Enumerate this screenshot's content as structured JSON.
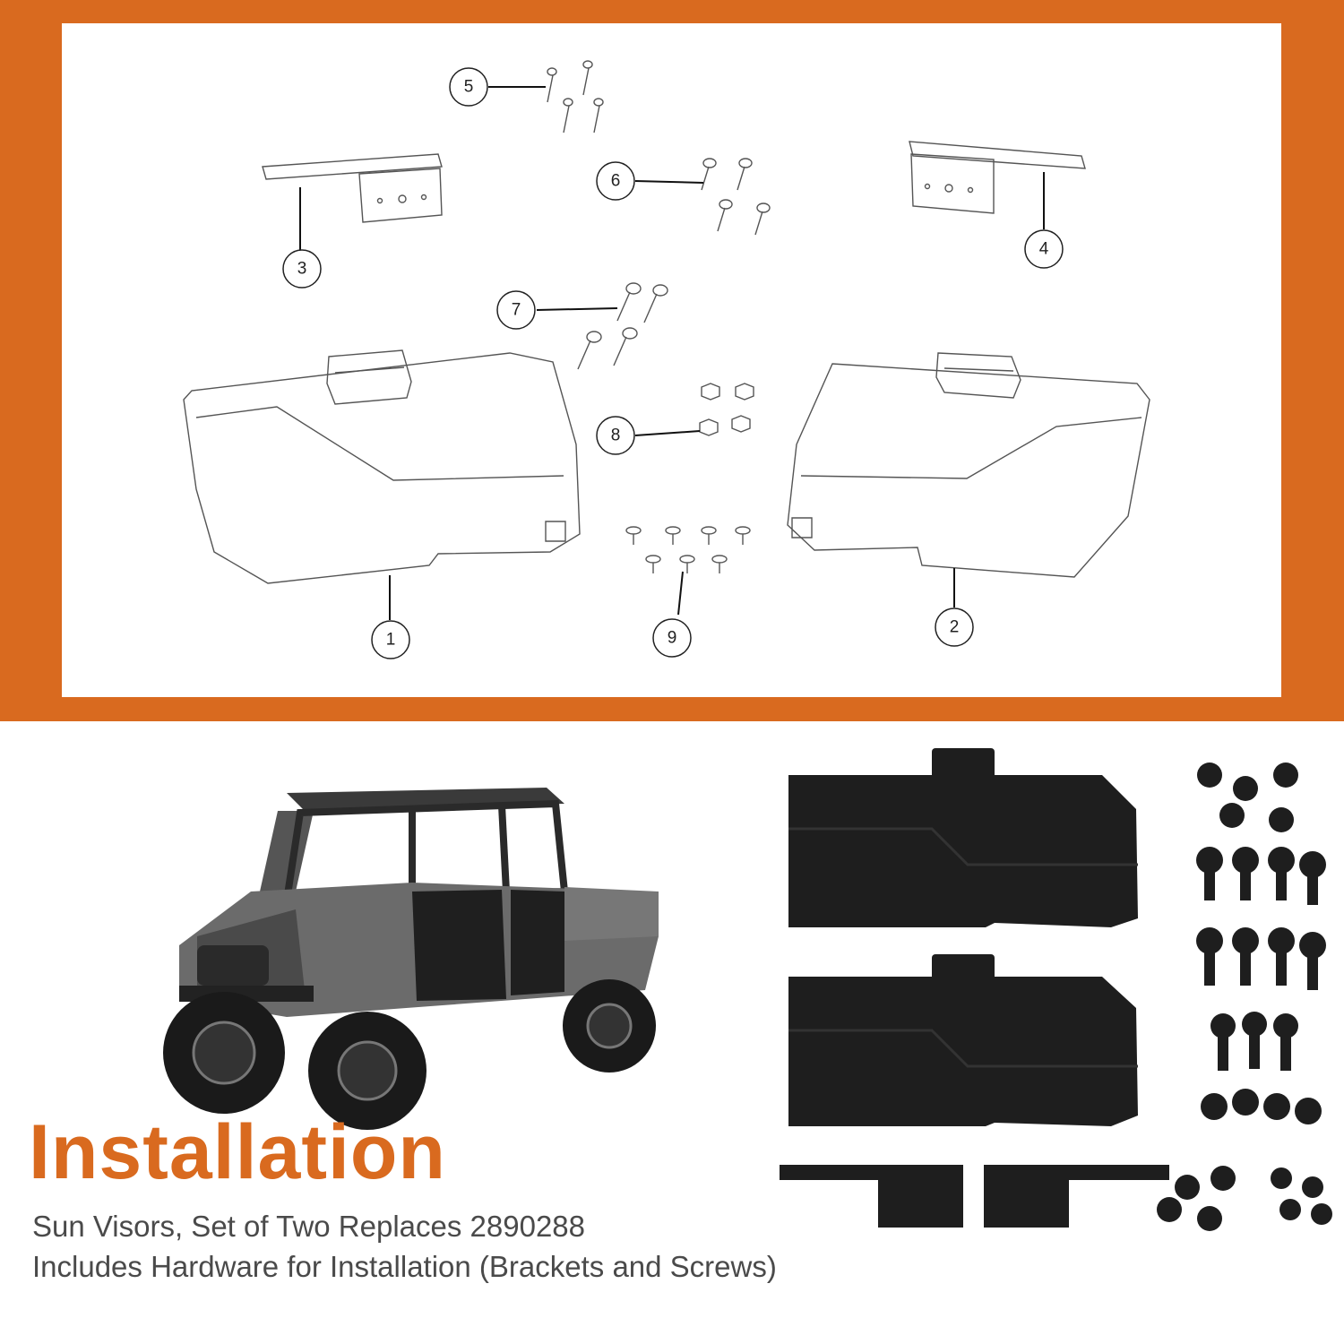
{
  "colors": {
    "accent": "#d96a1f",
    "text_gray": "#4a4a4a",
    "line": "#222222",
    "black_part": "#1e1e1e"
  },
  "diagram": {
    "callouts": [
      {
        "id": "1",
        "label": "1"
      },
      {
        "id": "2",
        "label": "2"
      },
      {
        "id": "3",
        "label": "3"
      },
      {
        "id": "4",
        "label": "4"
      },
      {
        "id": "5",
        "label": "5"
      },
      {
        "id": "6",
        "label": "6"
      },
      {
        "id": "7",
        "label": "7"
      },
      {
        "id": "8",
        "label": "8"
      },
      {
        "id": "9",
        "label": "9"
      }
    ]
  },
  "bottom": {
    "heading": "Installation",
    "line1": "Sun Visors, Set of Two Replaces 2890288",
    "line2": "Includes Hardware for Installation (Brackets and Screws)"
  }
}
